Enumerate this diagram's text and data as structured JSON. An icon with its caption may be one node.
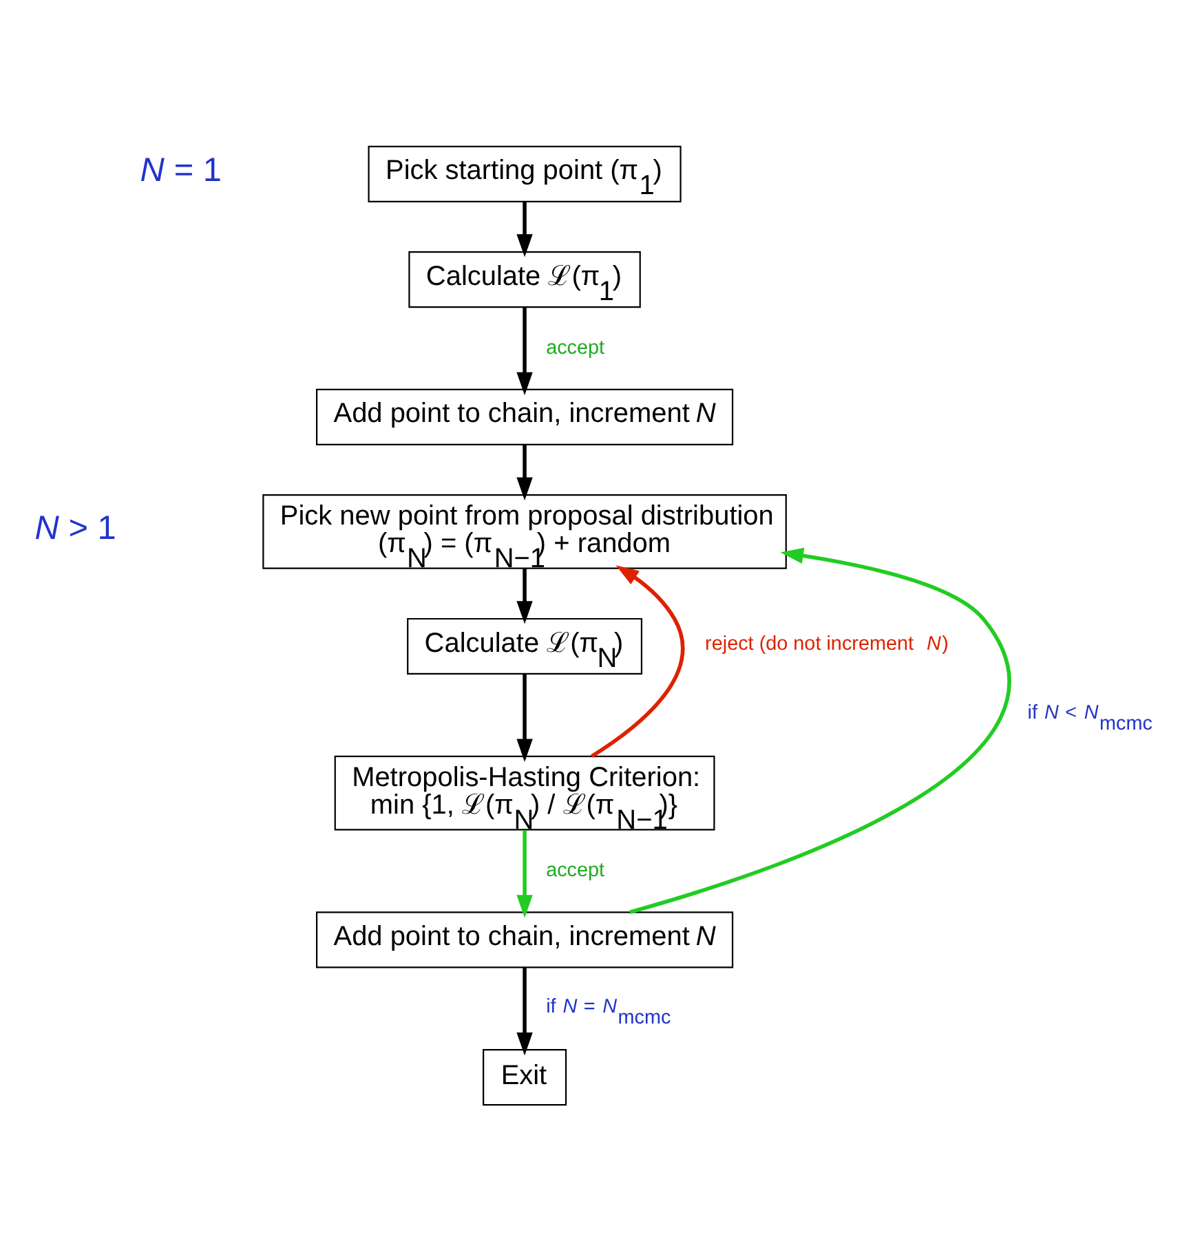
{
  "diagram": {
    "nodes": [
      {
        "text": [
          "Pick starting point (π$_{1}$)"
        ]
      },
      {
        "text": [
          "Calculate ℒ(π$_{1}$)"
        ]
      },
      {
        "text": [
          "Add point to chain, increment *N*"
        ]
      },
      {
        "text": [
          "Pick new point from proposal distribution",
          "(π$_{N}$) = (π$_{N−1}$) + random"
        ]
      },
      {
        "text": [
          "Calculate ℒ(π$_{N}$)"
        ]
      },
      {
        "text": [
          "Metropolis-Hasting Criterion:",
          "min {1, ℒ(π$_{N}$) / ℒ(π$_{N−1}$)}"
        ]
      },
      {
        "text": [
          "Add point to chain, increment *N*"
        ]
      },
      {
        "text": [
          "Exit"
        ]
      }
    ],
    "edges": [
      {
        "from": 0,
        "to": 1,
        "arrow": "to"
      },
      {
        "from": 1,
        "to": 2,
        "arrow": "to",
        "label": "accept"
      },
      {
        "from": 2,
        "to": 3,
        "arrow": "to"
      },
      {
        "from": 3,
        "to": 4,
        "arrow": "to"
      },
      {
        "from": 4,
        "to": 5,
        "arrow": "to"
      },
      {
        "from": 5,
        "to": 3,
        "arrow": "to",
        "label": "reject (do not increment *N*)",
        "color": "#dd2200"
      },
      {
        "from": 5,
        "to": 6,
        "arrow": "to",
        "label": "accept",
        "color": "#22cc22"
      },
      {
        "from": 6,
        "to": 3,
        "arrow": "to",
        "label": "if *N* < *N*$_{mcmc}$",
        "color": "#22cc22"
      },
      {
        "from": 6,
        "to": 7,
        "arrow": "to",
        "label": "if *N* = *N*$_{mcmc}$"
      }
    ],
    "labels": [
      "*N* = 1",
      "*N* > 1"
    ]
  }
}
